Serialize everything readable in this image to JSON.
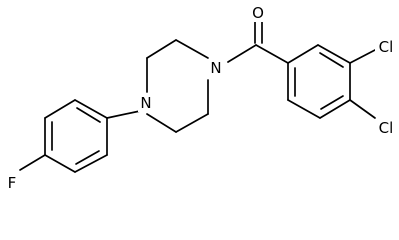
{
  "molecule": {
    "atoms": {
      "oxygen": "O",
      "nitrogen_acyl": "N",
      "nitrogen_aryl": "N",
      "chlorine_3": "Cl",
      "chlorine_4": "Cl",
      "fluorine": "F"
    }
  },
  "colors": {
    "bond": "#000000",
    "label": "#000000",
    "background": "#ffffff"
  }
}
